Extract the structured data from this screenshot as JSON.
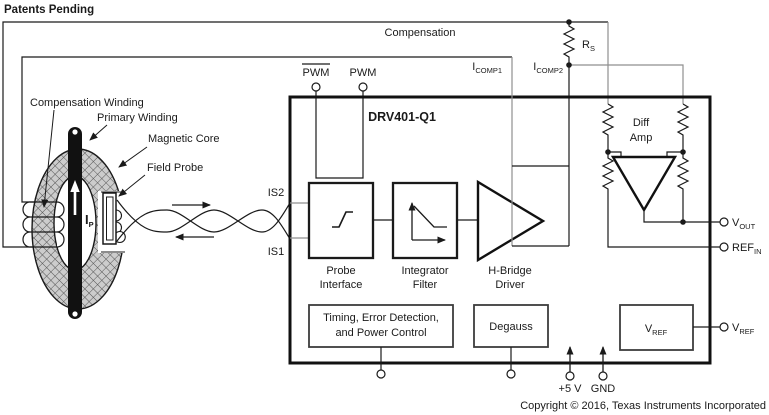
{
  "header": {
    "patents": "Patents Pending"
  },
  "footer": {
    "copyright": "Copyright © 2016, Texas Instruments Incorporated"
  },
  "labels": {
    "compensation": "Compensation",
    "comp_winding": "Compensation Winding",
    "primary_winding": "Primary Winding",
    "magnetic_core": "Magnetic Core",
    "field_probe": "Field Probe",
    "rs": {
      "base": "R",
      "sub": "S"
    },
    "ip": {
      "base": "I",
      "sub": "P"
    },
    "diff_amp": {
      "line1": "Diff",
      "line2": "Amp"
    }
  },
  "pins": {
    "pwm_bar": "PWM",
    "pwm": "PWM",
    "icomp1": {
      "base": "I",
      "sub": "COMP1"
    },
    "icomp2": {
      "base": "I",
      "sub": "COMP2"
    },
    "is2": "IS2",
    "is1": "IS1",
    "vout": {
      "base": "V",
      "sub": "OUT"
    },
    "refin": {
      "base": "REF",
      "sub": "IN"
    },
    "vref": {
      "base": "V",
      "sub": "REF"
    },
    "supply": "+5 V",
    "gnd": "GND"
  },
  "chip": {
    "title": "DRV401-Q1",
    "blocks": {
      "probe": {
        "line1": "Probe",
        "line2": "Interface"
      },
      "integrator": {
        "line1": "Integrator",
        "line2": "Filter"
      },
      "hbridge": {
        "line1": "H-Bridge",
        "line2": "Driver"
      },
      "timing": {
        "line1": "Timing, Error Detection,",
        "line2": "and Power Control"
      },
      "degauss": "Degauss",
      "vref": {
        "base": "V",
        "sub": "REF"
      }
    }
  },
  "colors": {
    "line": "#1a1a1a",
    "gray_wire": "#8f8f8f",
    "core_fill": "#cccccc",
    "core_hatch": "#555555"
  }
}
